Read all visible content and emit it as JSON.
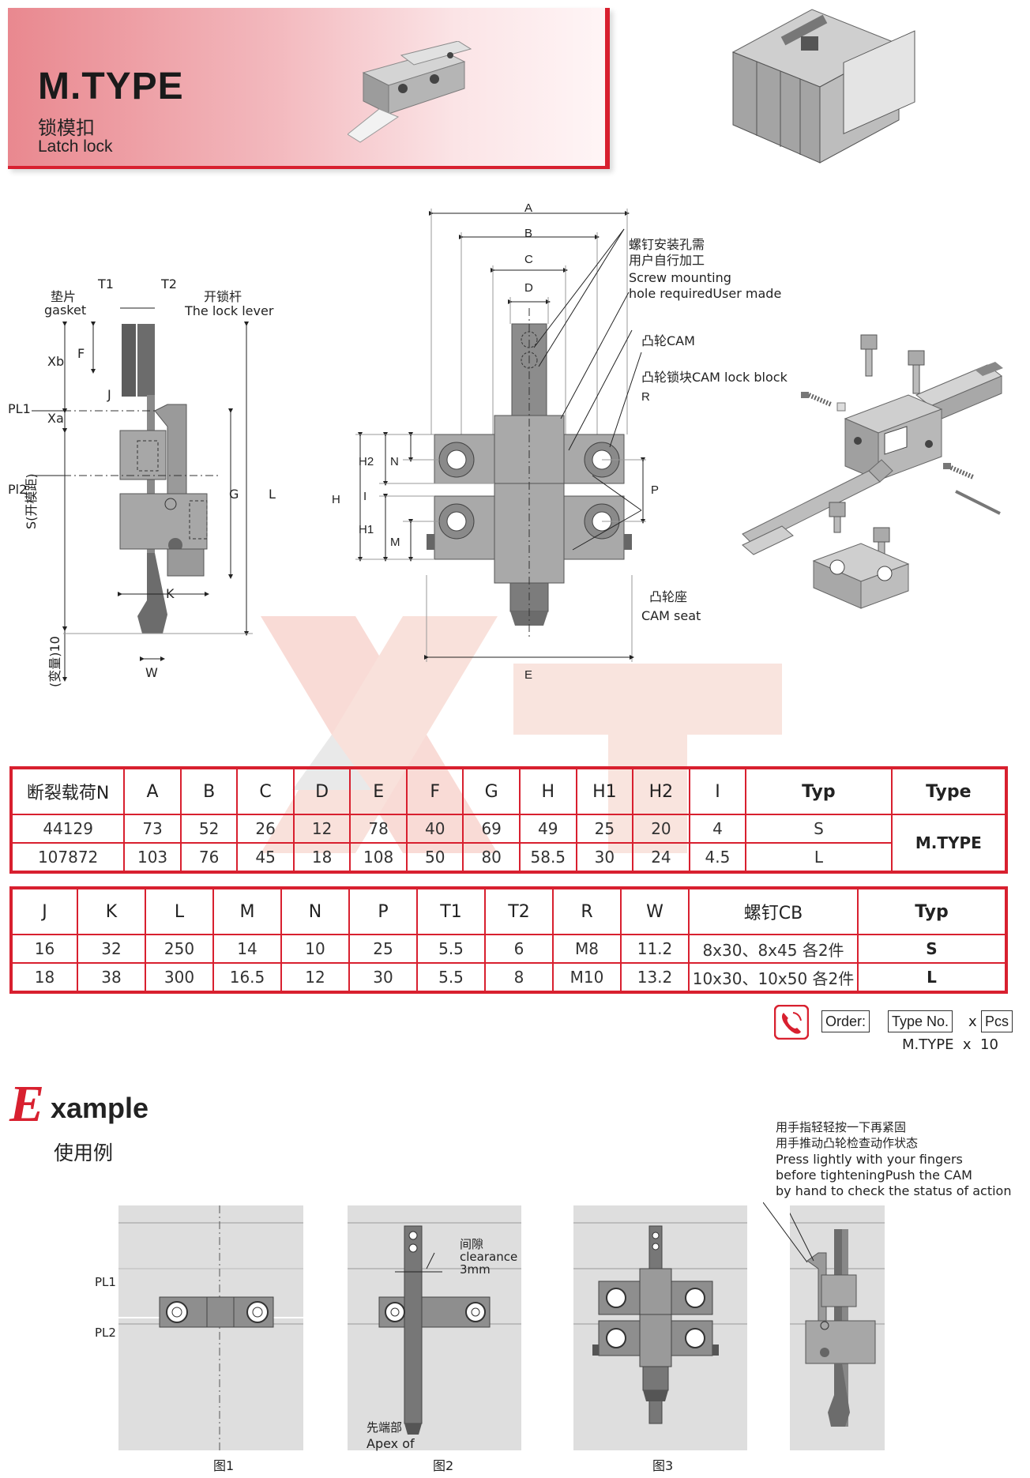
{
  "header": {
    "title": "M.TYPE",
    "subtitle_cn": "锁模扣",
    "subtitle_en": "Latch lock"
  },
  "diagram_labels": {
    "gasket_cn": "垫片",
    "gasket_en": "gasket",
    "t1": "T1",
    "t2": "T2",
    "lever_cn": "开锁杆",
    "lever_en": "The lock lever",
    "xb": "Xb",
    "f": "F",
    "j": "J",
    "pl1": "PL1",
    "xa": "Xa",
    "pl2": "Pl2",
    "g": "G",
    "l": "L",
    "s": "S(开模距)",
    "k": "K",
    "var": "(变量)10",
    "w": "W",
    "a": "A",
    "b": "B",
    "c": "C",
    "d": "D",
    "screw_cn1": "螺钉安装孔需",
    "screw_cn2": "用户自行加工",
    "screw_en1": "Screw mounting",
    "screw_en2": "hole requiredUser made",
    "cam_cn": "凸轮CAM",
    "cam_block": "凸轮锁块CAM lock block",
    "r": "R",
    "h": "H",
    "h2": "H2",
    "n": "N",
    "i": "I",
    "h1": "H1",
    "m": "M",
    "p": "P",
    "cam_seat_cn": "凸轮座",
    "cam_seat_en": "CAM seat",
    "e": "E"
  },
  "table1": {
    "headers": [
      "断裂载荷N",
      "A",
      "B",
      "C",
      "D",
      "E",
      "F",
      "G",
      "H",
      "H1",
      "H2",
      "I",
      "Typ",
      "Type"
    ],
    "rows": [
      [
        "44129",
        "73",
        "52",
        "26",
        "12",
        "78",
        "40",
        "69",
        "49",
        "25",
        "20",
        "4",
        "S"
      ],
      [
        "107872",
        "103",
        "76",
        "45",
        "18",
        "108",
        "50",
        "80",
        "58.5",
        "30",
        "24",
        "4.5",
        "L"
      ]
    ],
    "type_value": "M.TYPE"
  },
  "table2": {
    "headers": [
      "J",
      "K",
      "L",
      "M",
      "N",
      "P",
      "T1",
      "T2",
      "R",
      "W",
      "螺钉CB",
      "Typ"
    ],
    "rows": [
      [
        "16",
        "32",
        "250",
        "14",
        "10",
        "25",
        "5.5",
        "6",
        "M8",
        "11.2",
        "8x30、8x45 各2件",
        "S"
      ],
      [
        "18",
        "38",
        "300",
        "16.5",
        "12",
        "30",
        "5.5",
        "8",
        "M10",
        "13.2",
        "10x30、10x50 各2件",
        "L"
      ]
    ]
  },
  "order": {
    "label": "Order:",
    "type_no": "Type No.",
    "x": "x",
    "pcs": "Pcs",
    "example": "M.TYPE  x  10"
  },
  "example": {
    "title_initial": "E",
    "title_rest": "xample",
    "title_cn": "使用例",
    "note_cn1": "用手指轻轻按一下再紧固",
    "note_cn2": "用手推动凸轮检查动作状态",
    "note_en1": "Press lightly with your fingers",
    "note_en2": "before tighteningPush the CAM",
    "note_en3": "by hand to check the status of action",
    "pl1": "PL1",
    "pl2": "PL2",
    "gap_cn": "间隙",
    "gap_en1": "clearance",
    "gap_en2": "3mm",
    "apex_cn": "先端部",
    "apex_en": "Apex of",
    "fig1": "图1",
    "fig2": "图2",
    "fig3": "图3"
  },
  "colors": {
    "accent": "#d8202f",
    "part_gray": "#8e8e8e",
    "dark_gray": "#5c5c5c"
  }
}
